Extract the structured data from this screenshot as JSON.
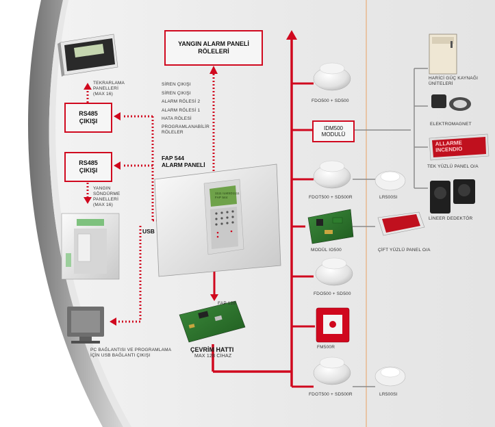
{
  "colors": {
    "accent": "#d0081e",
    "grey_line": "#8a8a8a",
    "divider": "#e8a060"
  },
  "header": {
    "title_line1": "YANGIN ALARM PANELİ",
    "title_line2": "RÖLELERİ"
  },
  "relay_list": [
    "SİREN ÇIKIŞI",
    "SİREN ÇIKIŞI",
    "ALARM RÖLESİ 2",
    "ALARM RÖLESİ 1",
    "HATA RÖLESİ",
    "PROGRAMLANABİLİR",
    "RÖLELER"
  ],
  "panel": {
    "line1": "FAP 544",
    "line2": "ALARM PANELİ",
    "lcd_line1": "1111 ILMSD1111",
    "lcd_line2": "FAP 544"
  },
  "rs485_top": {
    "line1": "RS485",
    "line2": "ÇIKIŞI"
  },
  "rs485_mid": {
    "line1": "RS485",
    "line2": "ÇIKIŞI"
  },
  "repeat_panels": [
    "TEKRARLAMA",
    "PANELLERİ",
    "(MAX 16)"
  ],
  "extinguish_panels": [
    "YANGIN",
    "SÖNDÜRME",
    "PANELLERİ",
    "(MAX 16)"
  ],
  "usb_label": "USB",
  "pc_label": [
    "PC BAĞLANTISI VE PROGRAMLAMA",
    "İÇİN USB BAĞLANTI ÇIKIŞI"
  ],
  "loop": {
    "title": "ÇEVRİM HATTI",
    "subtitle": "MAX 128 CİHAZ",
    "card": "FAP 128"
  },
  "idm": {
    "line1": "IDM500",
    "line2": "MODULÜ"
  },
  "devices": {
    "d1": "FDO500 + SD500",
    "d2": "FDOT500 + SD500R",
    "d2b": "LR500SI",
    "d3": "MODÜL IO500",
    "d3b": "ÇİFT YÜZLÜ PANEL O/A",
    "d4": "FDO500 + SD500",
    "d5": "FM500R",
    "d6": "FDOT500 + SD500R",
    "d6b": "LR500SI"
  },
  "right": {
    "psu": [
      "HARİCİ GÜÇ KAYNAĞI",
      "ÜNİTELERİ"
    ],
    "magnet": "ELEKTROMAGNET",
    "single_panel": "TEK YÜZLÜ PANEL O/A",
    "sign_text1": "ALLARME",
    "sign_text2": "INCENDIO",
    "beam": "LİNEER DEDEKTÖR"
  }
}
